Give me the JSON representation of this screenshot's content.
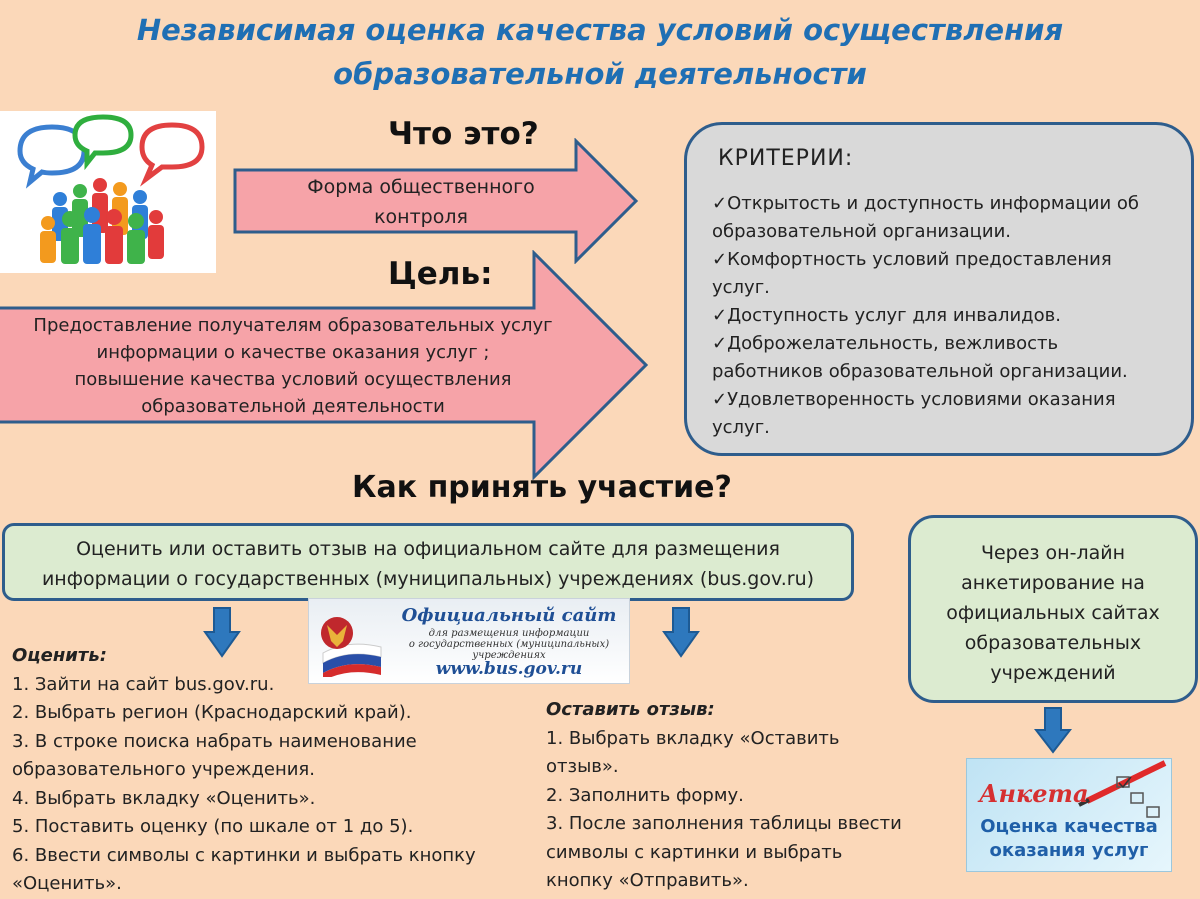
{
  "title": {
    "line1": "Независимая оценка качества условий осуществления",
    "line2": "образовательной деятельности"
  },
  "what": {
    "heading": "Что это?",
    "line1": "Форма общественного",
    "line2": "контроля"
  },
  "goal": {
    "heading": "Цель:",
    "lines": [
      "Предоставление получателям образовательных  услуг",
      "информации о качестве оказания услуг ;",
      "повышение качества  условий осуществления",
      "образовательной деятельности"
    ]
  },
  "criteria": {
    "title": "КРИТЕРИИ:",
    "lines": [
      "✓Открытость и доступность информации об",
      "образовательной организации.",
      "✓Комфортность условий предоставления",
      "услуг.",
      "✓Доступность услуг для инвалидов.",
      "✓Доброжелательность, вежливость",
      "работников образовательной организации.",
      "✓Удовлетворенность условиями оказания",
      "услуг."
    ]
  },
  "howto": "Как принять участие?",
  "option_site": {
    "line1": "Оценить или оставить отзыв на официальном сайте для размещения",
    "line2": "информации о государственных (муниципальных) учреждениях (bus.gov.ru)"
  },
  "option_online": {
    "lines": [
      "Через он-лайн",
      "анкетирование на",
      "официальных сайтах",
      "образовательных",
      "учреждений"
    ]
  },
  "site_logo": {
    "title": "Официальный сайт",
    "sub1": "для размещения информации",
    "sub2": "о государственных (муниципальных)",
    "sub3": "учреждениях",
    "url": "www.bus.gov.ru"
  },
  "rate": {
    "heading": "Оценить:",
    "lines": [
      "1. Зайти на сайт bus.gov.ru.",
      "2. Выбрать регион (Краснодарский край).",
      "3. В строке поиска набрать наименование",
      "образовательного учреждения.",
      "4. Выбрать вкладку «Оценить».",
      "5. Поставить оценку (по шкале от 1 до 5).",
      "6. Ввести символы с картинки и выбрать кнопку",
      "«Оценить»."
    ]
  },
  "review": {
    "heading": "Оставить отзыв:",
    "lines": [
      "1. Выбрать вкладку «Оставить",
      "отзыв».",
      "2. Заполнить форму.",
      "3. После заполнения таблицы  ввести",
      "символы с картинки и выбрать",
      "кнопку «Отправить»."
    ]
  },
  "anketa": {
    "title": "Анкета",
    "line1": "Оценка качества",
    "line2": "оказания услуг"
  },
  "colors": {
    "background": "#fbd8b9",
    "title": "#1f6fb4",
    "arrow_fill": "#f6a3a8",
    "arrow_border": "#2e5d8c",
    "criteria_fill": "#d9d9d9",
    "box_fill": "#dcebd0",
    "down_arrow": "#2e78bd"
  }
}
